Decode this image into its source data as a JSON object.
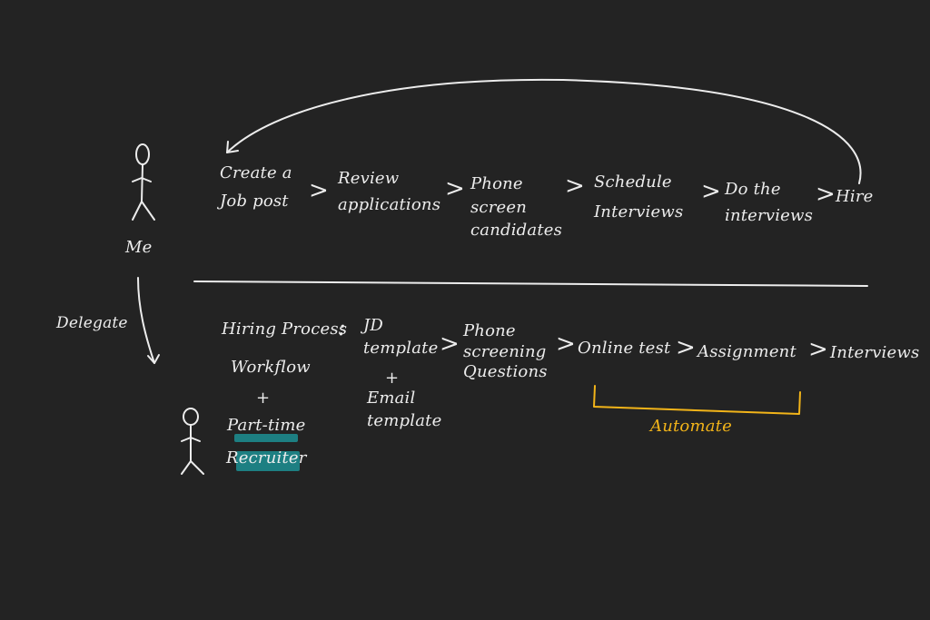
{
  "colors": {
    "background": "#232323",
    "ink": "#ececec",
    "highlight": "#1d7f82",
    "automate": "#f2b419"
  },
  "top_flow": {
    "actor_label": "Me",
    "steps": [
      {
        "line1": "Create a",
        "line2": "Job post"
      },
      {
        "line1": "Review",
        "line2": "applications"
      },
      {
        "line1": "Phone",
        "line2": "screen",
        "line3": "candidates"
      },
      {
        "line1": "Schedule",
        "line2": "Interviews"
      },
      {
        "line1": "Do the",
        "line2": "interviews"
      },
      {
        "line1": "Hire"
      }
    ],
    "separator": ">"
  },
  "delegate_label": "Delegate",
  "bottom_flow": {
    "hiring_process": "Hiring Process",
    "colon": ":",
    "workflow": "Workflow",
    "plus": "+",
    "part_time": "Part-time",
    "recruiter": "Recruiter",
    "jd_template_line1": "JD",
    "jd_template_line2": "template",
    "email_template_line1": "Email",
    "email_template_line2": "template",
    "phone_line1": "Phone",
    "phone_line2": "screening",
    "phone_line3": "Questions",
    "online_test": "Online test",
    "assignment": "Assignment",
    "interviews": "Interviews",
    "separator": ">"
  },
  "automate_label": "Automate"
}
